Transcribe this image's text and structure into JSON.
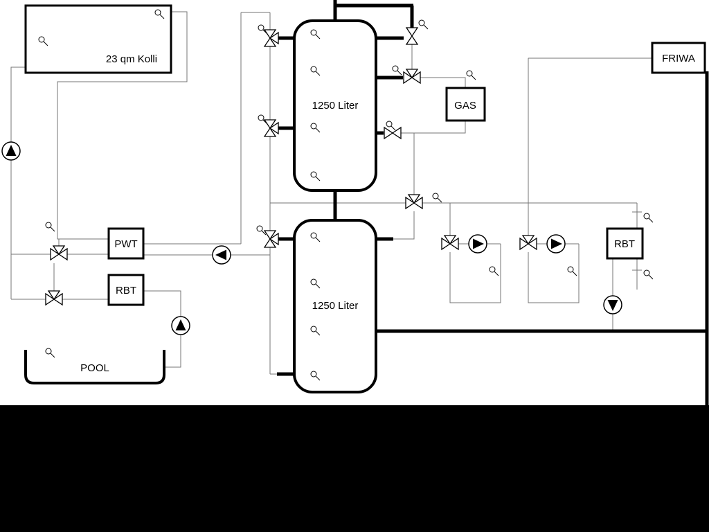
{
  "labels": {
    "collector": "23 qm Kolli",
    "tank_top": "1250 Liter",
    "tank_bottom": "1250 Liter",
    "pwt": "PWT",
    "rbt_left": "RBT",
    "rbt_right": "RBT",
    "gas": "GAS",
    "friwa": "FRIWA",
    "pool": "POOL"
  },
  "colors": {
    "background": "#ffffff",
    "footer_bar": "#000000",
    "pipe": "#000000",
    "thin_line": "#757575"
  }
}
